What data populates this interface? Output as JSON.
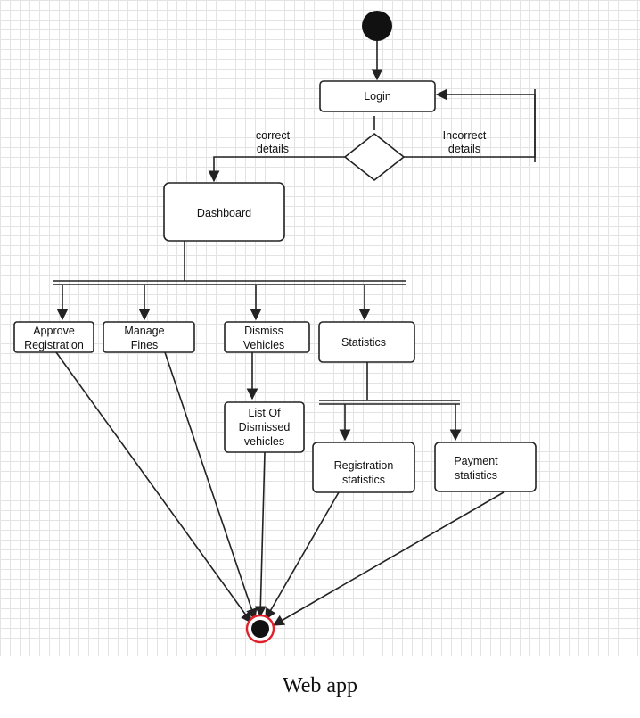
{
  "diagram": {
    "nodes": {
      "login": "Login",
      "dashboard": "Dashboard",
      "approve": [
        "Approve",
        "Registration"
      ],
      "manage": [
        "Manage",
        "Fines"
      ],
      "dismiss": [
        "Dismiss",
        "Vehicles"
      ],
      "statistics": "Statistics",
      "list_dismissed": [
        "List Of",
        "Dismissed",
        "vehicles"
      ],
      "registration_stats": [
        "Registration",
        "statistics"
      ],
      "payment_stats": [
        "Payment",
        "statistics"
      ]
    },
    "edges": {
      "correct": [
        "correct",
        "details"
      ],
      "incorrect": [
        "Incorrect",
        "details"
      ]
    }
  },
  "caption": "Web app"
}
